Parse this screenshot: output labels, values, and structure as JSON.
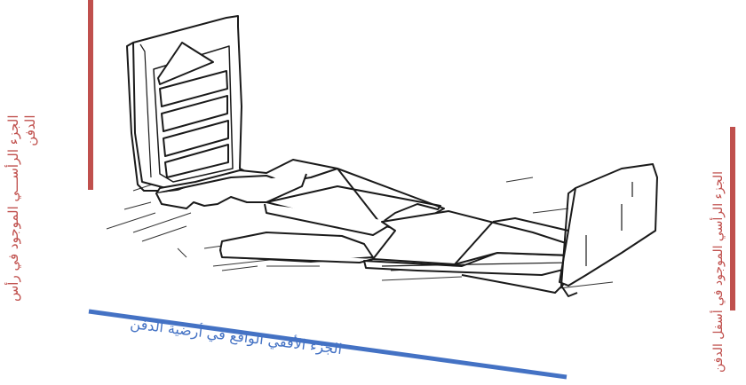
{
  "labels": {
    "left_line1": "الجزء الرأســـي الموجود في رأس",
    "left_line2": "الدفن",
    "right": "الجزء الرأسي الموجود في أسفل الدفن",
    "bottom": "الجزء الأفقي الواقع  في أرضية الدفن"
  },
  "colors": {
    "red_accent": "#c0504d",
    "blue_accent": "#4472c4",
    "ink": "#1a1a1a"
  }
}
